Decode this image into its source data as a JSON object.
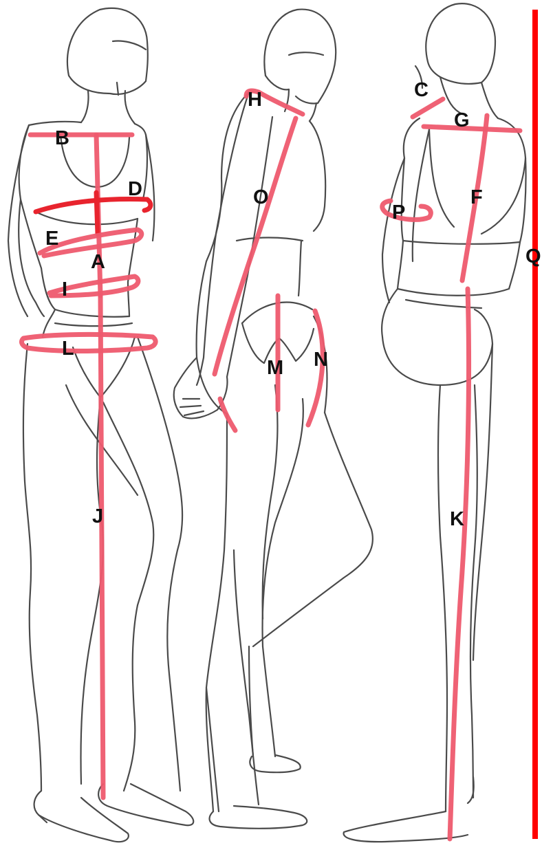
{
  "labels": {
    "A": "A",
    "B": "B",
    "C": "C",
    "D": "D",
    "E": "E",
    "F": "F",
    "G": "G",
    "H": "H",
    "I": "I",
    "J": "J",
    "K": "K",
    "L": "L",
    "M": "M",
    "N": "N",
    "O": "O",
    "P": "P",
    "Q": "Q"
  },
  "colors": {
    "outline": "#4a4a4a",
    "measurement": "#ee5a6e",
    "height_bar": "#ff0000",
    "label": "#111111"
  }
}
